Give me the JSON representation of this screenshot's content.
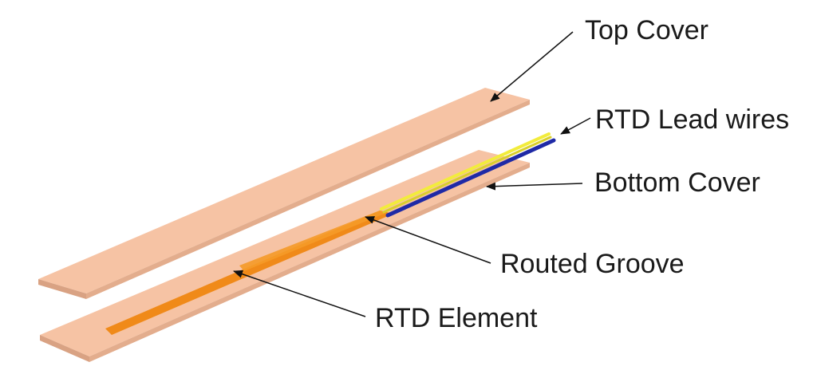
{
  "labels": {
    "top_cover": "Top Cover",
    "lead_wires": "RTD Lead wires",
    "bottom_cover": "Bottom Cover",
    "routed_groove": "Routed Groove",
    "rtd_element": "RTD Element"
  },
  "colors": {
    "cover_face": "#f6c3a4",
    "cover_edge": "#d9a283",
    "groove": "#f08a19",
    "element": "#f59a28",
    "wire_yellow": "#f2ec3c",
    "wire_blue": "#1f2aa6",
    "text": "#1a1a1a",
    "leader": "#111111"
  }
}
